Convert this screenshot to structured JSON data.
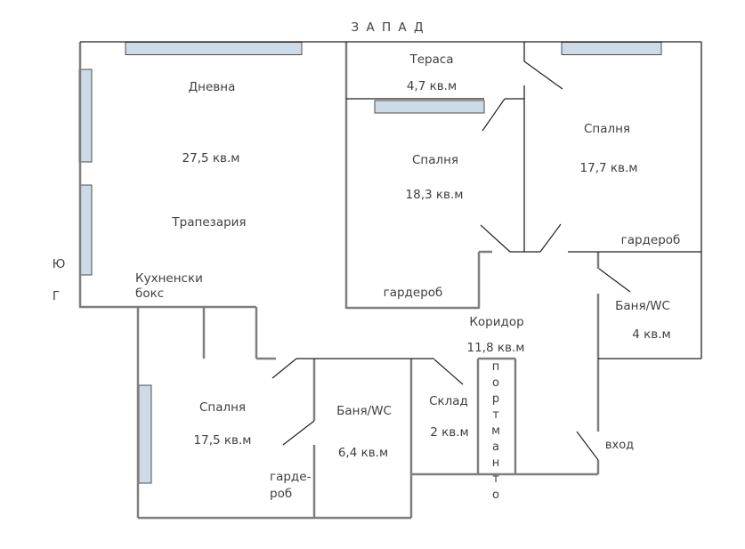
{
  "title": "З А П А Д",
  "compass": {
    "letter_top": "Ю",
    "letter_bottom": "Г"
  },
  "rooms": {
    "living": {
      "name": "Дневна",
      "area": "27,5 кв.м"
    },
    "dining": {
      "name": "Трапезария"
    },
    "kitchen": {
      "name_line1": "Кухненски",
      "name_line2": "бокс"
    },
    "terrace": {
      "name": "Тераса",
      "area": "4,7 кв.м"
    },
    "bedroom_mid": {
      "name": "Спалня",
      "area": "18,3 кв.м"
    },
    "bedroom_right": {
      "name": "Спалня",
      "area": "17,7 кв.м"
    },
    "wardrobe_right": {
      "name": "гардероб"
    },
    "bath_small": {
      "name": "Баня/WC",
      "area": "4 кв.м"
    },
    "corridor": {
      "name": "Коридор",
      "area": "11,8 кв.м"
    },
    "storage": {
      "name": "Склад",
      "area": "2 кв.м"
    },
    "bedroom_left": {
      "name": "Спалня",
      "area": "17,5 кв.м"
    },
    "bath_big": {
      "name": "Баня/WC",
      "area": "6,4 кв.м"
    },
    "wardrobe_mid": {
      "name": "гардероб"
    },
    "wardrobe_low": {
      "name_line1": "гарде-",
      "name_line2": "роб"
    },
    "entrance": {
      "name": "вход"
    },
    "portmanteau": {
      "name": "портманто",
      "letters": [
        "п",
        "о",
        "р",
        "т",
        "м",
        "а",
        "н",
        "т",
        "о"
      ]
    }
  },
  "colors": {
    "bg": "#ffffff",
    "wall_gray": "#7f7f7f",
    "line_dark": "#222222",
    "window_fill": "#ccdbe6",
    "window_border": "#4d4d4d",
    "text": "#3f3f3f"
  }
}
